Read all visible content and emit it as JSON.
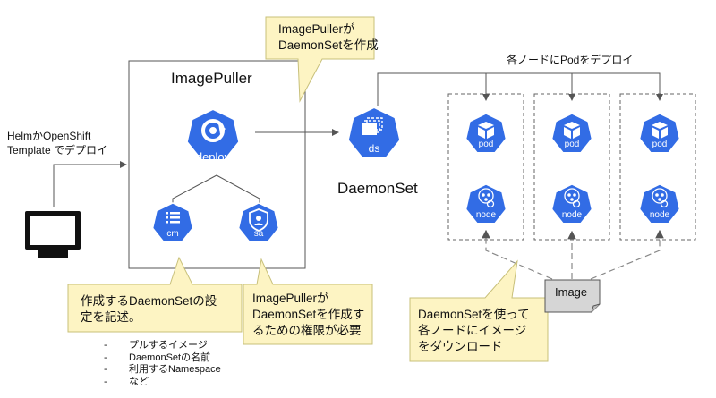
{
  "labels": {
    "helm_line1": "HelmかOpenShift",
    "helm_line2": "Template でデプロイ",
    "imagepuller_title": "ImagePuller",
    "daemonset_title": "DaemonSet",
    "deploy_to_nodes": "各ノードにPodをデプロイ",
    "image": "Image"
  },
  "icons": {
    "deploy": "deploy",
    "cm": "cm",
    "sa": "sa",
    "ds": "ds",
    "pod": "pod",
    "node": "node"
  },
  "notes": {
    "top_line1": "ImagePullerが",
    "top_line2": "DaemonSetを作成",
    "config_line1": "作成するDaemonSetの設",
    "config_line2": "定を記述。",
    "perm_line1": "ImagePullerが",
    "perm_line2": "DaemonSetを作成す",
    "perm_line3": "るための権限が必要",
    "download_line1": "DaemonSetを使って",
    "download_line2": "各ノードにイメージ",
    "download_line3": "をダウンロード"
  },
  "bullets": [
    "プルするイメージ",
    "DaemonSetの名前",
    "利用するNamespace",
    "など"
  ],
  "colors": {
    "k8s_blue": "#326ce5",
    "note_fill": "#fdf4c3",
    "note_border": "#c8c07a",
    "line": "#666666"
  }
}
